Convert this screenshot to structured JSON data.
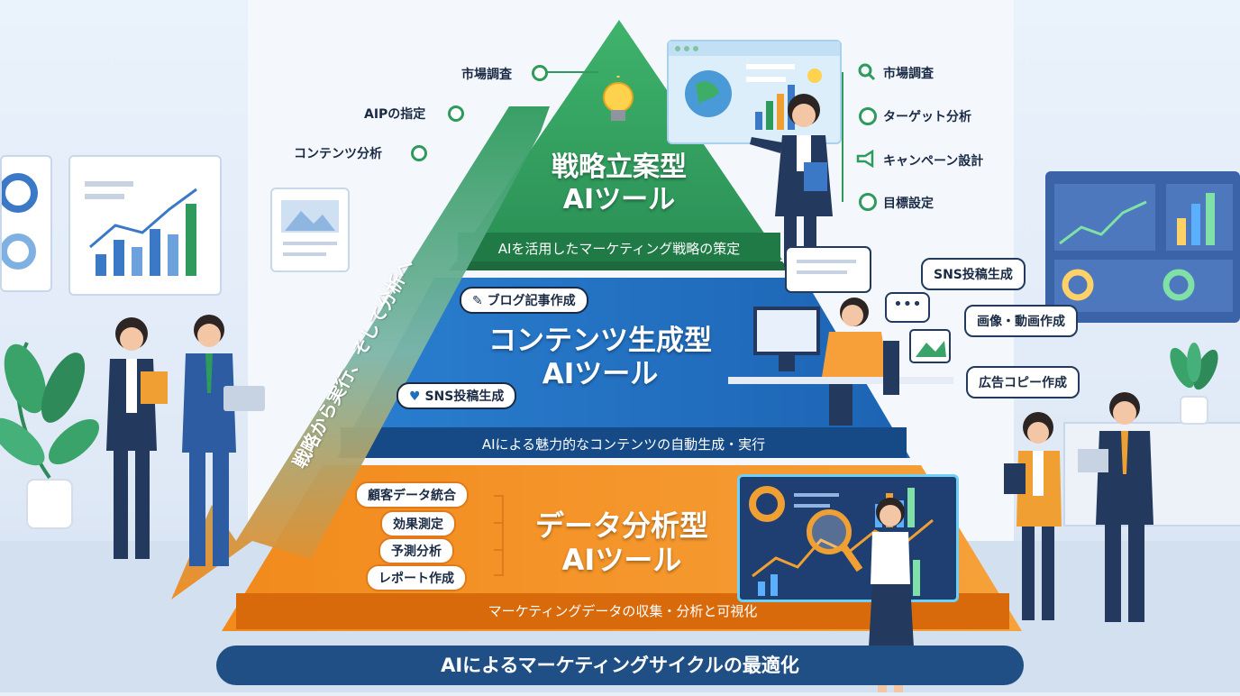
{
  "pyramid": {
    "top": {
      "title_line1": "戦略立案型",
      "title_line2": "AIツール",
      "band": "AIを活用したマーケティング戦略の策定",
      "left_labels": [
        "市場調査",
        "AIPの指定",
        "コンテンツ分析"
      ],
      "right_labels": [
        "市場調査",
        "ターゲット分析",
        "キャンペーン設計",
        "目標設定"
      ]
    },
    "middle": {
      "title_line1": "コンテンツ生成型",
      "title_line2": "AIツール",
      "band": "AIによる魅力的なコンテンツの自動生成・実行",
      "left_tags": [
        "ブログ記事作成",
        "SNS投稿生成"
      ],
      "right_callouts": [
        "SNS投稿生成",
        "画像・動画作成",
        "広告コピー作成"
      ]
    },
    "bottom": {
      "title_line1": "データ分析型",
      "title_line2": "AIツール",
      "band": "マーケティングデータの収集・分析と可視化",
      "left_tags": [
        "顧客データ統合",
        "効果測定",
        "予測分析",
        "レポート作成"
      ]
    }
  },
  "arrow_text": "戦略から実行、そして分析へ",
  "bottom_bar": "AIによるマーケティングサイクルの最適化",
  "colors": {
    "top": "#2e9b5c",
    "middle": "#1e6fc0",
    "bottom": "#f08a1c",
    "navy": "#1f4f85"
  },
  "icons": [
    "lightbulb-icon",
    "search-icon",
    "target-icon",
    "megaphone-icon",
    "edit-icon",
    "heart-icon",
    "chat-icon",
    "image-icon",
    "magnifier-icon"
  ]
}
